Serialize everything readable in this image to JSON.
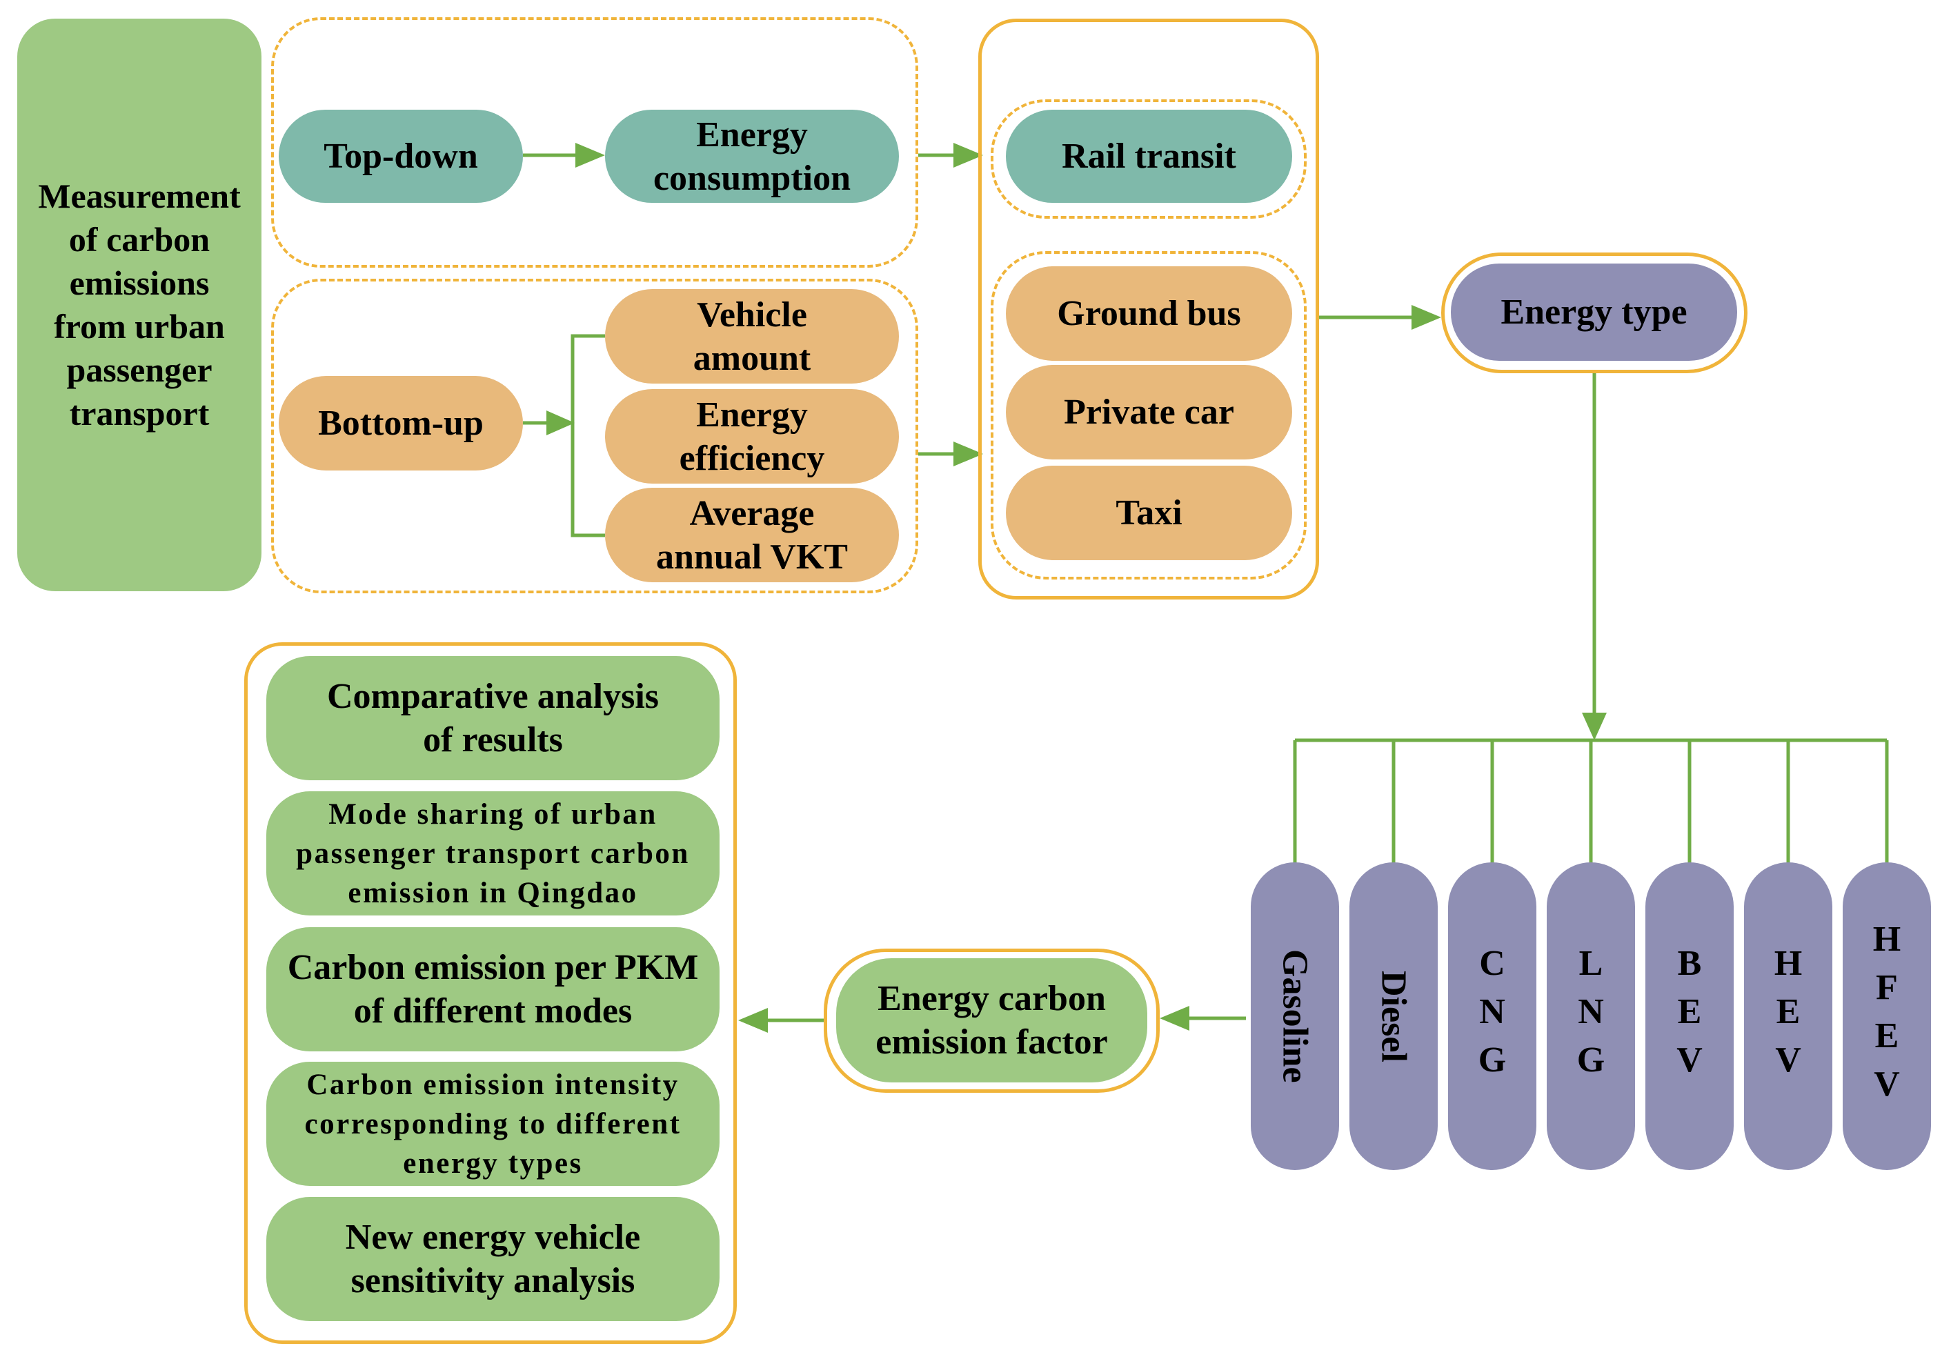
{
  "colors": {
    "green_fill": "#9ec983",
    "teal_fill": "#7fb9aa",
    "peach_fill": "#e8b97b",
    "purple_fill": "#8f8fb4",
    "outline_orange": "#f0b43a",
    "connector_green": "#70ad47"
  },
  "measurement_block": {
    "label": "Measurement\nof carbon\nemissions\nfrom urban\npassenger\ntransport"
  },
  "top_down_path": {
    "method": "Top-down",
    "input": "Energy\nconsumption"
  },
  "bottom_up_path": {
    "method": "Bottom-up",
    "inputs": [
      "Vehicle\namount",
      "Energy\nefficiency",
      "Average\nannual VKT"
    ]
  },
  "transport_modes": {
    "rail": "Rail transit",
    "road": [
      "Ground bus",
      "Private car",
      "Taxi"
    ]
  },
  "energy_type": {
    "label": "Energy type",
    "types": [
      "Gasoline",
      "Diesel",
      "CNG",
      "LNG",
      "BEV",
      "HEV",
      "HFEV"
    ]
  },
  "emission_factor": {
    "label": "Energy carbon\nemission factor"
  },
  "results": [
    "Comparative analysis\nof results",
    "Mode sharing of urban\npassenger transport carbon\nemission in Qingdao",
    "Carbon emission per PKM\nof different modes",
    "Carbon emission intensity\ncorresponding to different\nenergy types",
    "New energy vehicle\nsensitivity analysis"
  ]
}
